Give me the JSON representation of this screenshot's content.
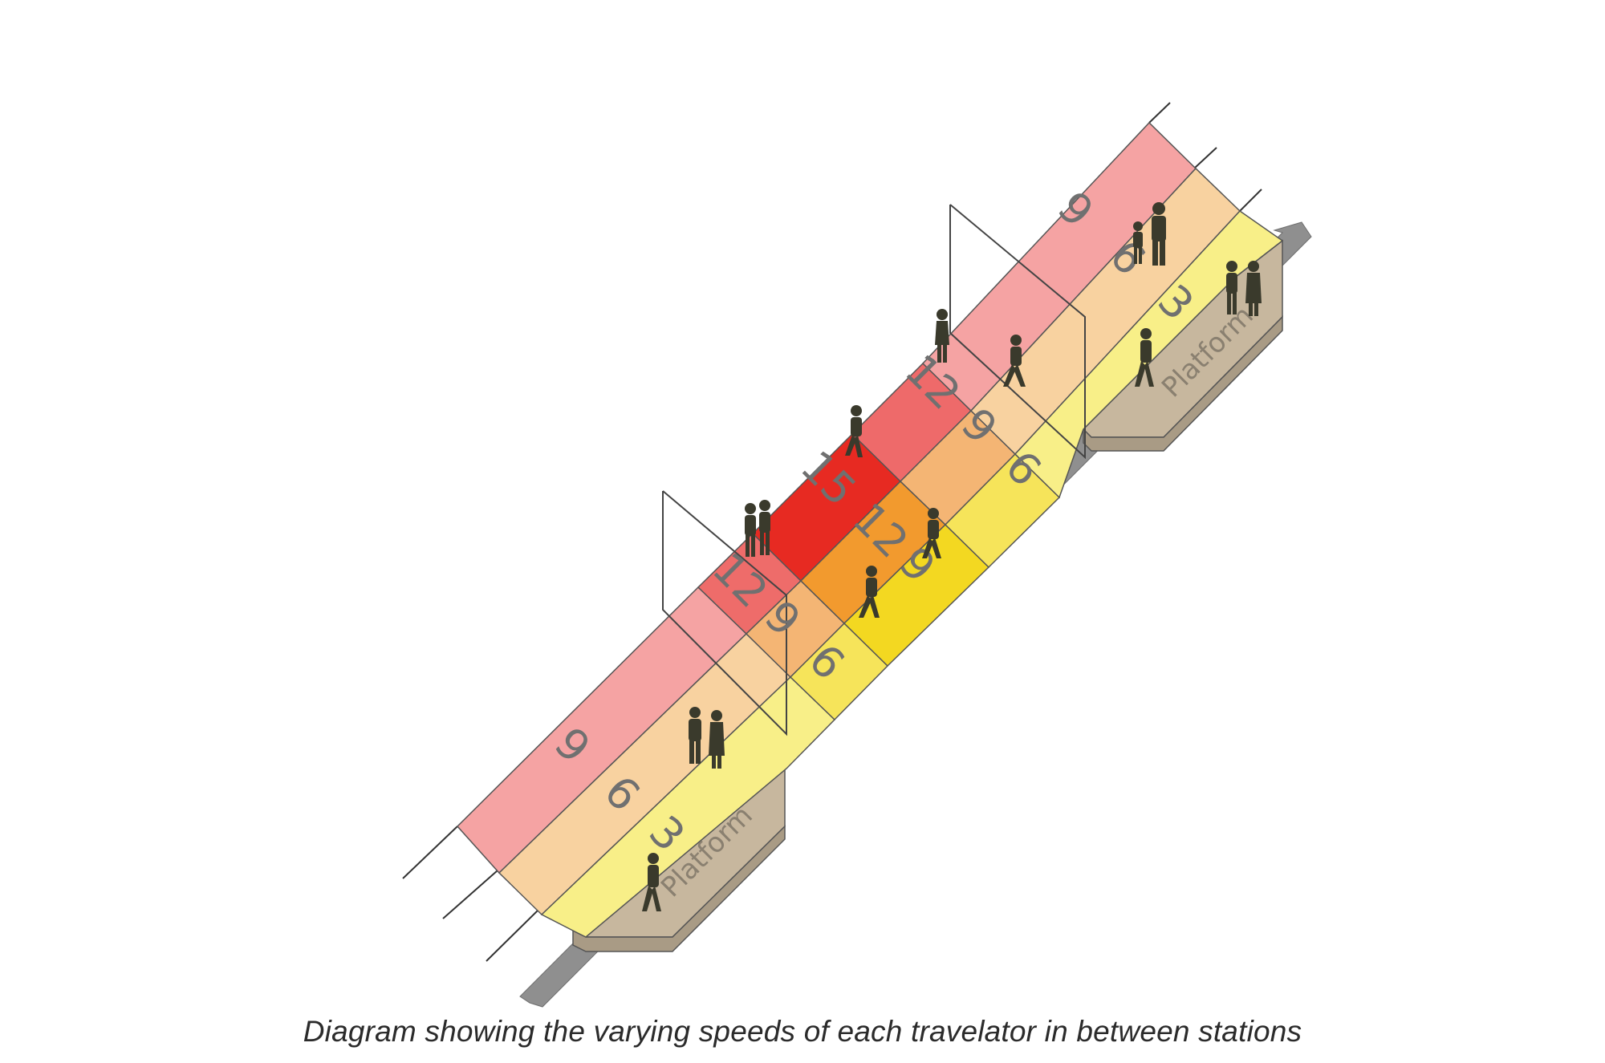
{
  "caption": "Diagram showing the varying speeds of each travelator in between stations",
  "platform_label": "Platform",
  "speeds": [
    {
      "id": "lower-outer",
      "value": "9"
    },
    {
      "id": "lower-middle",
      "value": "6"
    },
    {
      "id": "lower-inner",
      "value": "3"
    },
    {
      "id": "ramp1-outer",
      "value": "12"
    },
    {
      "id": "ramp1-middle",
      "value": "9"
    },
    {
      "id": "ramp1-inner",
      "value": "6"
    },
    {
      "id": "center-outer",
      "value": "15"
    },
    {
      "id": "center-middle",
      "value": "12"
    },
    {
      "id": "center-inner",
      "value": "9"
    },
    {
      "id": "ramp2-outer",
      "value": "12"
    },
    {
      "id": "ramp2-middle",
      "value": "9"
    },
    {
      "id": "ramp2-inner",
      "value": "6"
    },
    {
      "id": "upper-outer",
      "value": "9"
    },
    {
      "id": "upper-middle",
      "value": "6"
    },
    {
      "id": "upper-inner",
      "value": "3"
    }
  ],
  "colors": {
    "lane_9": "#f4a0a0",
    "lane_6": "#f7cf9b",
    "lane_3": "#f8ef88",
    "lane_12_outer": "#ee6a6a",
    "lane_9_middle": "#f4b574",
    "lane_6_inner": "#f6e45a",
    "lane_15": "#e82b22",
    "lane_12_middle": "#f29a2e",
    "lane_9_inner": "#f3d821",
    "platform": "#c5b59c",
    "platform_side": "#a89a84",
    "edge_rail": "#8a8a8a"
  }
}
